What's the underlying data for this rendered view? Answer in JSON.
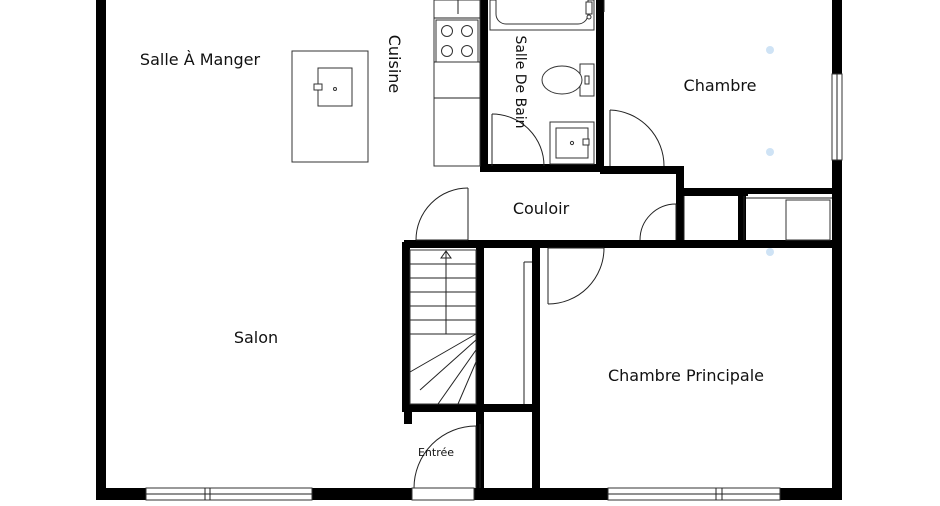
{
  "rooms": {
    "salle_a_manger": "Salle À Manger",
    "cuisine": "Cuisine",
    "salle_de_bain": "Salle De Bain",
    "chambre": "Chambre",
    "couloir": "Couloir",
    "salon": "Salon",
    "chambre_principale": "Chambre Principale",
    "entree": "Entrée"
  },
  "colors": {
    "wall": "#000000",
    "line": "#222222",
    "background": "#ffffff",
    "marker": "#cfe3f5"
  }
}
